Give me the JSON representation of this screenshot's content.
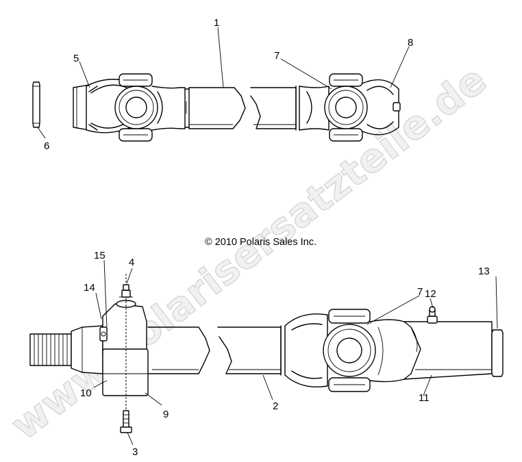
{
  "diagram": {
    "copyright": "© 2010 Polaris Sales Inc.",
    "watermark": "www.polarisersatzteile.de",
    "callouts": [
      {
        "id": "1",
        "label": "1"
      },
      {
        "id": "2",
        "label": "2"
      },
      {
        "id": "3",
        "label": "3"
      },
      {
        "id": "4",
        "label": "4"
      },
      {
        "id": "5",
        "label": "5"
      },
      {
        "id": "6",
        "label": "6"
      },
      {
        "id": "7a",
        "label": "7"
      },
      {
        "id": "7b",
        "label": "7"
      },
      {
        "id": "8",
        "label": "8"
      },
      {
        "id": "9",
        "label": "9"
      },
      {
        "id": "10",
        "label": "10"
      },
      {
        "id": "11",
        "label": "11"
      },
      {
        "id": "12",
        "label": "12"
      },
      {
        "id": "13",
        "label": "13"
      },
      {
        "id": "14",
        "label": "14"
      },
      {
        "id": "15",
        "label": "15"
      }
    ]
  }
}
